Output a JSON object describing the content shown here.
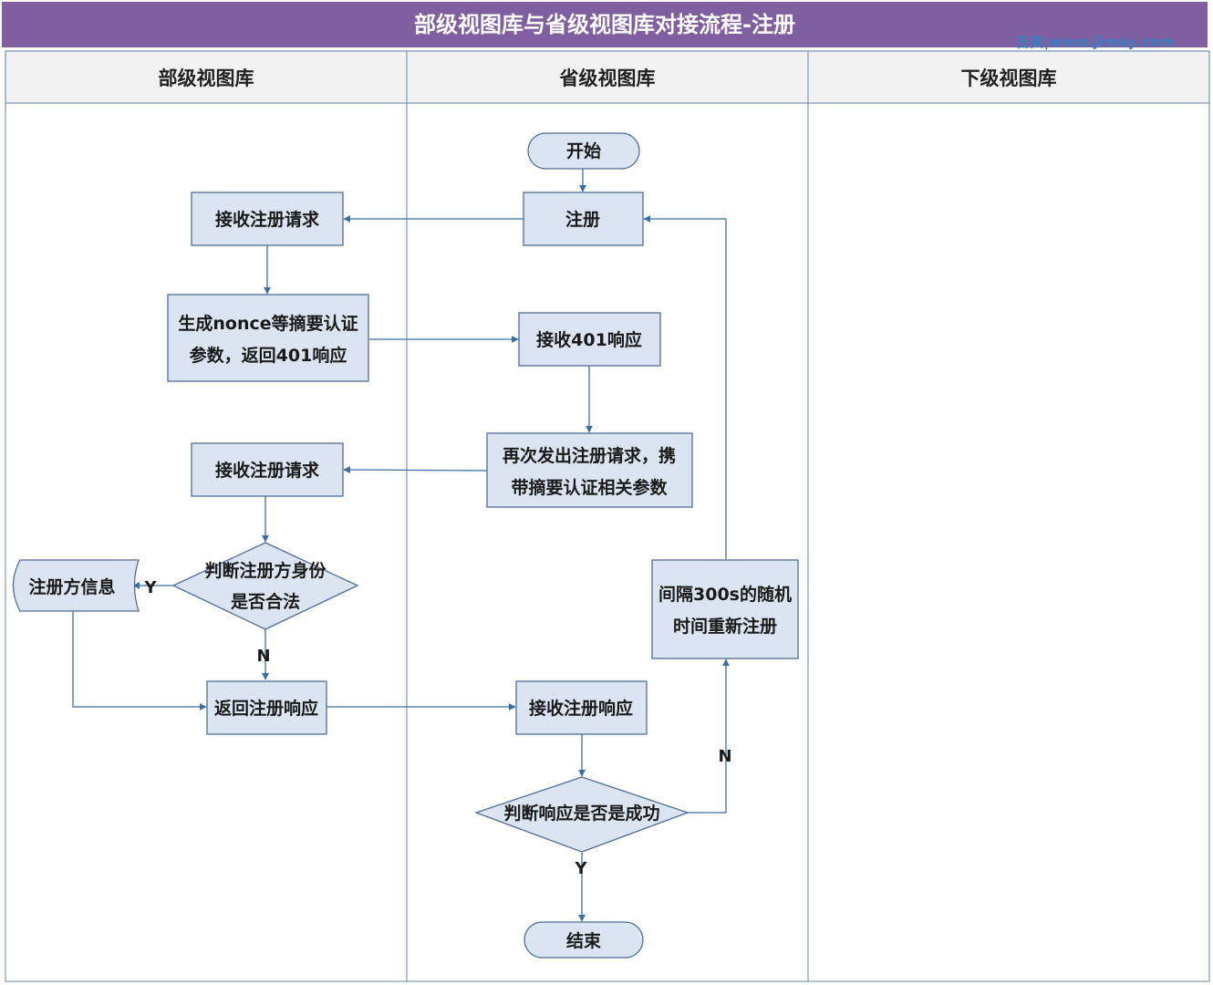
{
  "title": "部级视图库与省级视图库对接流程-注册",
  "watermark": "吉美|www.jimay.com",
  "lanes": [
    "部级视图库",
    "省级视图库",
    "下级视图库"
  ],
  "nodes": {
    "start": "开始",
    "register": "注册",
    "recv_reg_req_1": "接收注册请求",
    "gen_nonce": [
      "生成nonce等摘要认证",
      "参数，返回401响应"
    ],
    "recv_401": "接收401响应",
    "resend": [
      "再次发出注册请求，携",
      "带摘要认证相关参数"
    ],
    "recv_reg_req_2": "接收注册请求",
    "judge_identity": [
      "判断注册方身份",
      "是否合法"
    ],
    "registrant_info": "注册方信息",
    "return_resp": "返回注册响应",
    "recv_resp": "接收注册响应",
    "judge_success": "判断响应是否是成功",
    "retry": [
      "间隔300s的随机",
      "时间重新注册"
    ],
    "end": "结束"
  },
  "labels": {
    "identity_yes": "Y",
    "identity_no": "N",
    "success_no": "N",
    "success_yes": "Y"
  },
  "colors": {
    "title_bg": "#7f5fa0",
    "node_fill": "#dbe5f1",
    "node_stroke": "#4f6d99",
    "arrow": "#3a6ea5",
    "lane_line": "#7f96b8",
    "lane_header_bg": "#f2f2f2"
  }
}
